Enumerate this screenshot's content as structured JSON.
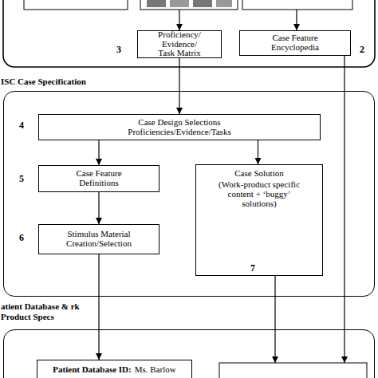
{
  "diagram": {
    "nodes": [
      {
        "text": [
          "Proficiency/ Evidence/ Task Matrix"
        ]
      },
      {
        "text": [
          "Case Feature Encyclopedia"
        ]
      },
      {
        "text": [
          "ISC Case Specification"
        ]
      },
      {
        "text": [
          "Case Design Selections Proficiencies/Evidence/Tasks"
        ],
        "in": 2
      },
      {
        "text": [
          "Case Feature Definitions"
        ],
        "in": 2
      },
      {
        "text": [
          "Case Solution",
          "(Work-product specific content + ‘buggy’ solutions)"
        ],
        "in": 2
      },
      {
        "text": [
          "Stimulus Material Creation/Selection"
        ],
        "in": 2
      },
      {
        "text": [
          "atient Database & rk Product Specs"
        ]
      },
      {
        "text": [
          "Patient Database ID:",
          "Ms. Barlow"
        ],
        "in": 7
      }
    ],
    "edges": [
      {
        "from": 0,
        "to": 3,
        "arrow": "to"
      },
      {
        "from": 3,
        "to": 4,
        "arrow": "to"
      },
      {
        "from": 3,
        "to": 5,
        "arrow": "to"
      },
      {
        "from": 4,
        "to": 6,
        "arrow": "to"
      },
      {
        "from": 6,
        "to": 8,
        "arrow": "to"
      }
    ],
    "labels": [
      "3",
      "2",
      "4",
      "5",
      "6",
      "7"
    ]
  }
}
